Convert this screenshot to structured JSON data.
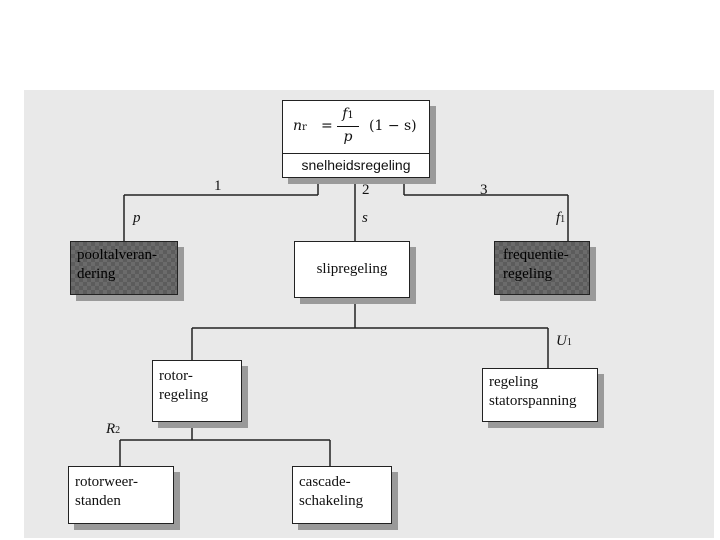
{
  "formula": {
    "lhs": "n",
    "lhs_sub": "r",
    "eq": "=",
    "num": "f",
    "num_sub": "1",
    "den": "p",
    "rest": "(1 − s)"
  },
  "root": {
    "label": "snelheidsregeling"
  },
  "branches": {
    "b1": {
      "number": "1",
      "variable": "p"
    },
    "b2": {
      "number": "2",
      "variable": "s"
    },
    "b3": {
      "number": "3",
      "variable": "f",
      "variable_sub": "1"
    }
  },
  "nodes": {
    "pool": {
      "line1": "pooltalveran-",
      "line2": "dering"
    },
    "slip": {
      "label": "slipregeling"
    },
    "freq": {
      "line1": "frequentie-",
      "line2": "regeling"
    },
    "rotor": {
      "line1": "rotor-",
      "line2": "regeling"
    },
    "stator": {
      "line1": "regeling",
      "line2": "statorspanning"
    },
    "rotorweer": {
      "line1": "rotorweer-",
      "line2": "standen"
    },
    "cascade": {
      "line1": "cascade-",
      "line2": "schakeling"
    }
  },
  "edge_labels": {
    "u1": {
      "var": "U",
      "sub": "1"
    },
    "r2": {
      "var": "R",
      "sub": "2"
    }
  },
  "colors": {
    "line": "#222222",
    "shadow": "#9a9a9a",
    "dark_fill": "#6b6b6b",
    "scan_bg": "#e9e9e9"
  }
}
